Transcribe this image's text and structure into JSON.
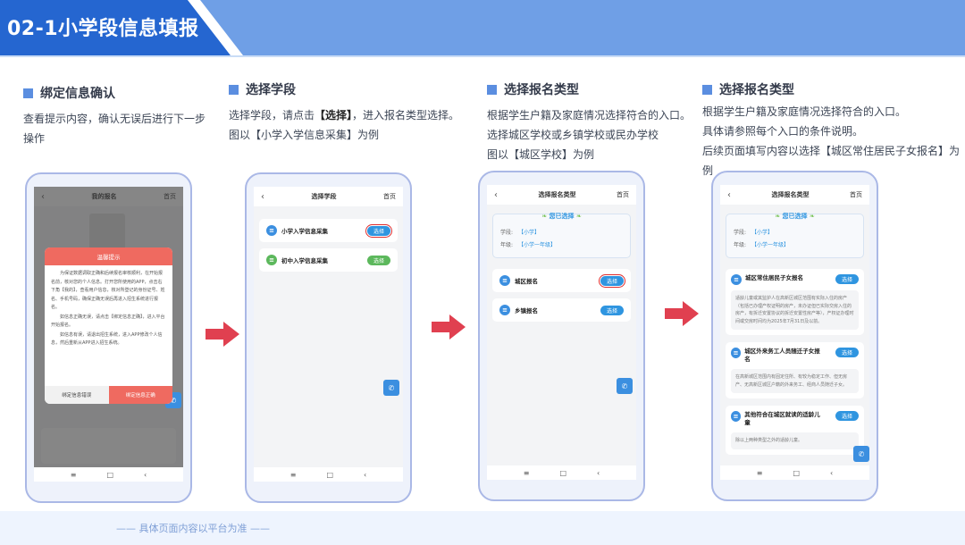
{
  "header": {
    "title": "02-1小学段信息填报"
  },
  "colors": {
    "primary": "#2566d0",
    "header_light": "#6f9fe6",
    "accent_red": "#e02c2c",
    "button_blue": "#2f95e0",
    "modal_red": "#ef6a60"
  },
  "steps": [
    {
      "title": "绑定信息确认",
      "desc": [
        "查看提示内容，确认无误后进行下一步",
        "操作"
      ]
    },
    {
      "title": "选择学段",
      "desc_pre": "选择学段，请点击",
      "desc_bold": "【选择】",
      "desc_post": "，进入报名类型选择。",
      "desc2": "图以【小学入学信息采集】为例"
    },
    {
      "title": "选择报名类型",
      "desc": [
        "根据学生户籍及家庭情况选择符合的入口。",
        "选择城区学校或乡镇学校或民办学校",
        "图以【城区学校】为例"
      ]
    },
    {
      "title": "选择报名类型",
      "desc": [
        "根据学生户籍及家庭情况选择符合的入口。",
        "具体请参照每个入口的条件说明。",
        "后续页面填写内容以选择【城区常住居民子女报名】为",
        "例"
      ]
    }
  ],
  "phone1": {
    "nav": {
      "back": "‹",
      "title": "我的报名",
      "home": "首页"
    },
    "modal": {
      "title": "温馨提示",
      "paragraphs": [
        "为保证数据调取正确和后续报名审核顺利，在开始报名前，核对您的个人信息。打开您所使用的APP，点击右下角【我的】，查看用户信息，核对所登记的身份证号、姓名、手机号码，确保正确无误后再进入招生系统进行报名。",
        "如信息正确无误，请点击【绑定信息正确】，进入平台开始报名。",
        "如信息有误，请退出招生系统，进入APP修改个人信息，然后重新从APP进入招生系统。"
      ],
      "btn_wrong": "绑定信息错误",
      "btn_right": "绑定信息正确"
    }
  },
  "phone2": {
    "nav": {
      "back": "‹",
      "title": "选择学段",
      "home": "首页"
    },
    "items": [
      {
        "label": "小学入学信息采集",
        "button": "选择"
      },
      {
        "label": "初中入学信息采集",
        "button": "选择"
      }
    ]
  },
  "phone3": {
    "nav": {
      "back": "‹",
      "title": "选择报名类型",
      "home": "首页"
    },
    "chosen": {
      "tag": "您已选择",
      "stage_label": "学段:",
      "stage_value": "【小学】",
      "grade_label": "年级:",
      "grade_value": "【小学一年级】"
    },
    "items": [
      {
        "label": "城区报名",
        "button": "选择"
      },
      {
        "label": "乡镇报名",
        "button": "选择"
      }
    ]
  },
  "phone4": {
    "nav": {
      "back": "‹",
      "title": "选择报名类型",
      "home": "首页"
    },
    "chosen": {
      "tag": "您已选择",
      "stage_label": "学段:",
      "stage_value": "【小学】",
      "grade_label": "年级:",
      "grade_value": "【小学一年级】"
    },
    "items": [
      {
        "label": "城区常住居民子女报名",
        "button": "选择",
        "desc": "适龄儿童或其监护人在高新区城区范围有实际入住的房产（包括已办理产权证明的房产，未办证但已实际交房入住的房产，有拆迁安置协议的拆迁安置性房产等），产权证办理时间或交房时间均为2025年7月31日及以前。"
      },
      {
        "label": "城区外来务工人员随迁子女报名",
        "button": "选择",
        "desc": "在高新城区范围内有固定住所、有较为稳定工作、但无房产、无高新区城区户籍的外来务工、经商人员随迁子女。"
      },
      {
        "label": "其他符合在城区就读的适龄儿童",
        "button": "选择",
        "desc": "除以上两种类型之外的适龄儿童。"
      }
    ]
  },
  "sysbar": {
    "menu": "≡",
    "home": "□",
    "back": "‹"
  },
  "footer": {
    "text": "—— 具体页面内容以平台为准 ——"
  }
}
